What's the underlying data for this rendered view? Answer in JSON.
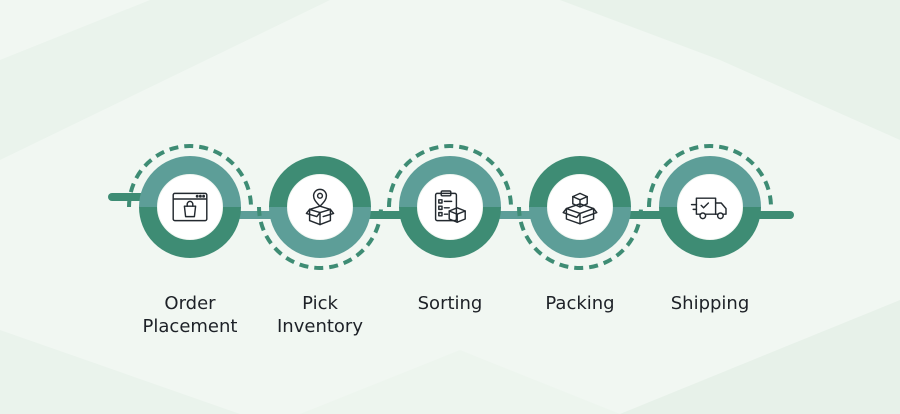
{
  "colors": {
    "background": "#f1f7f2",
    "ring_teal": "#5d9e98",
    "ring_green": "#3e8c74",
    "circle_fill": "#ffffff",
    "icon_stroke": "#23292f",
    "label_text": "#1d2127"
  },
  "steps": [
    {
      "label": "Order\nPlacement",
      "icon": "browser-bag-icon",
      "ring_half": "bottom"
    },
    {
      "label": "Pick\nInventory",
      "icon": "location-box-icon",
      "ring_half": "top"
    },
    {
      "label": "Sorting",
      "icon": "clipboard-box-icon",
      "ring_half": "bottom"
    },
    {
      "label": "Packing",
      "icon": "open-boxes-icon",
      "ring_half": "top"
    },
    {
      "label": "Shipping",
      "icon": "delivery-truck-icon",
      "ring_half": "bottom"
    }
  ]
}
